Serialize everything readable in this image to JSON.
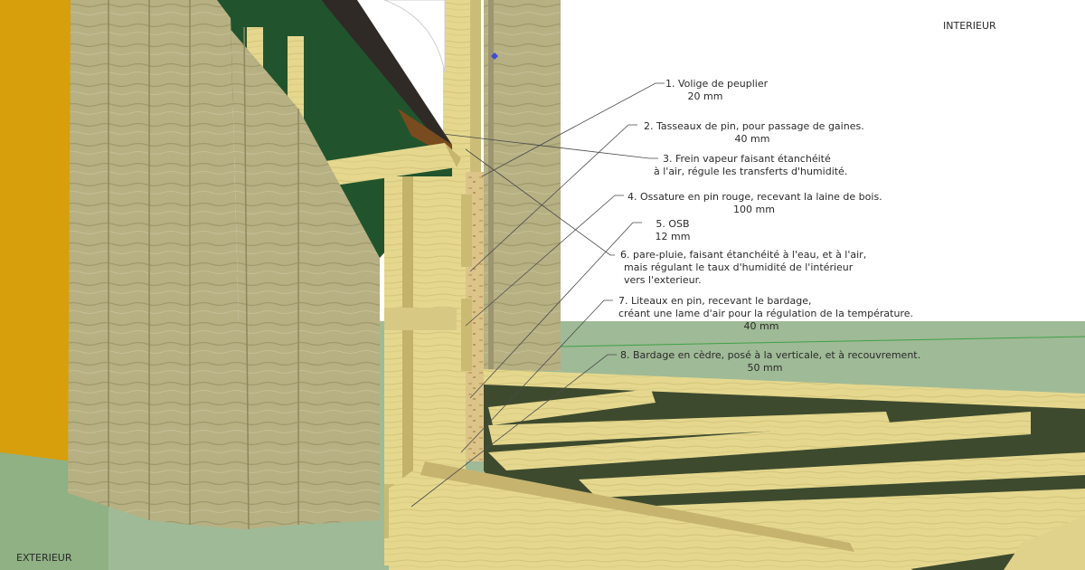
{
  "labels": {
    "interior": "INTERIEUR",
    "exterior": "EXTERIEUR"
  },
  "annotations": [
    {
      "lines": [
        "1. Volige de peuplier",
        "20 mm"
      ]
    },
    {
      "lines": [
        "2. Tasseaux de pin, pour passage de gaines.",
        "40 mm"
      ]
    },
    {
      "lines": [
        "3. Frein vapeur faisant étanchéité",
        "à l'air, régule les transferts d'humidité."
      ]
    },
    {
      "lines": [
        "4. Ossature en pin rouge, recevant la  laine de bois.",
        "100 mm"
      ]
    },
    {
      "lines": [
        "5. OSB",
        "12 mm"
      ]
    },
    {
      "lines": [
        "6. pare-pluie, faisant étanchéité à l'eau, et à l'air,",
        "mais régulant le taux d'humidité de l'intérieur",
        "vers l'exterieur."
      ]
    },
    {
      "lines": [
        "7. Liteaux en pin, recevant le bardage,",
        "créant une lame d'air pour la régulation de la température.",
        "40 mm"
      ]
    },
    {
      "lines": [
        "8. Bardage en cèdre, posé à la verticale, et à recouvrement.",
        "50 mm"
      ]
    }
  ],
  "colors": {
    "sky": "#ffffff",
    "ground": "#99b890",
    "wood": "#e6d98c",
    "cedar": "#b3ad7e",
    "osb": "#d9c083",
    "membrane": "#22542e",
    "yellow_wall": "#d79f0b",
    "shadow": "#8e7b47"
  }
}
